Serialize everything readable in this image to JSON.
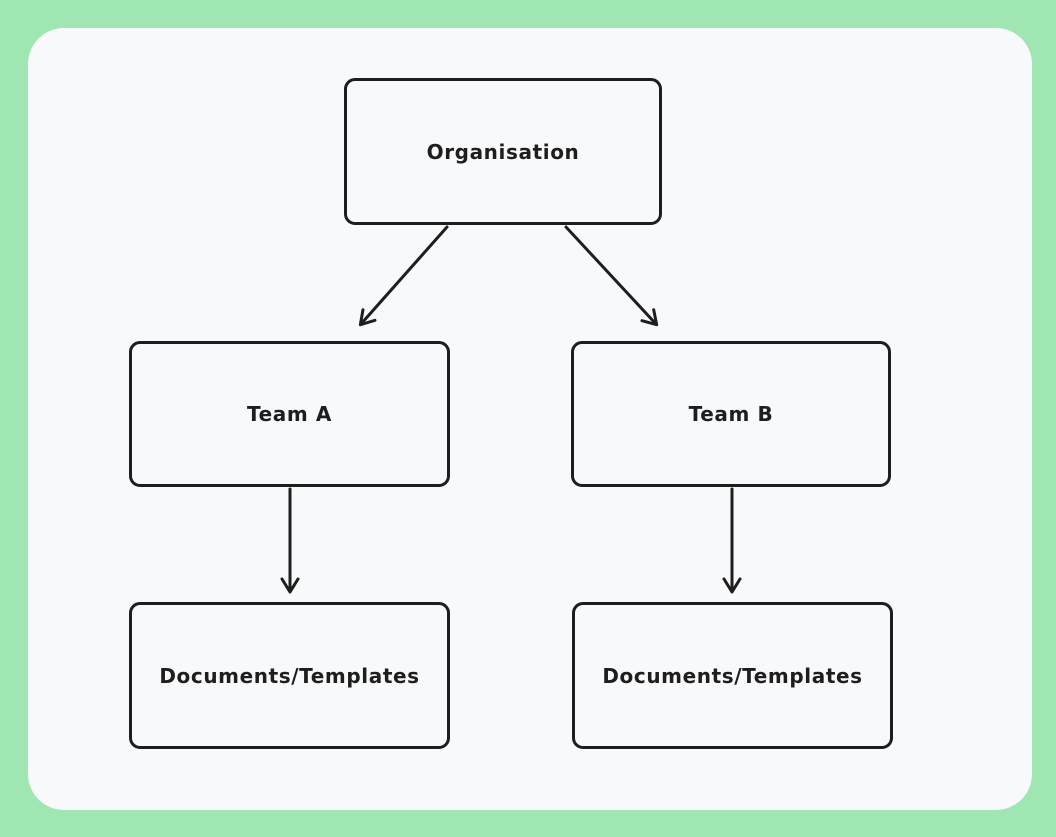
{
  "theme": {
    "canvas_border_color": "#a0e6b3",
    "panel_background": "#f8f9fb",
    "stroke_color": "#1e1e1e",
    "text_color": "#1e1e1e"
  },
  "diagram": {
    "type": "flowchart",
    "nodes": [
      {
        "id": "organisation",
        "label": "Organisation"
      },
      {
        "id": "team-a",
        "label": "Team A"
      },
      {
        "id": "team-b",
        "label": "Team B"
      },
      {
        "id": "documents-a",
        "label": "Documents/Templates"
      },
      {
        "id": "documents-b",
        "label": "Documents/Templates"
      }
    ],
    "edges": [
      {
        "id": "organisation-to-team-a",
        "from": "Organisation",
        "to": "Team A",
        "style": "arrow"
      },
      {
        "id": "organisation-to-team-b",
        "from": "Organisation",
        "to": "Team B",
        "style": "arrow"
      },
      {
        "id": "team-a-to-documents",
        "from": "Team A",
        "to": "Documents/Templates",
        "style": "arrow"
      },
      {
        "id": "team-b-to-documents",
        "from": "Team B",
        "to": "Documents/Templates",
        "style": "arrow"
      }
    ]
  }
}
